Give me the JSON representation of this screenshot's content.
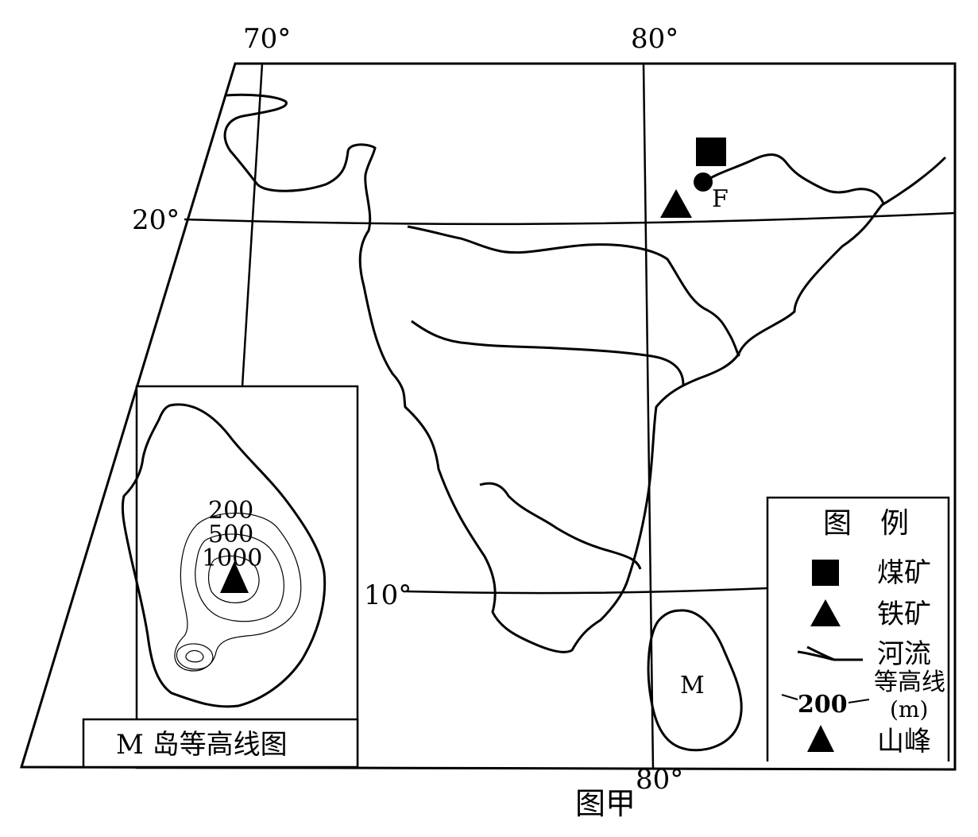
{
  "map": {
    "lon_labels_top": [
      "70°",
      "80°"
    ],
    "lon_label_bottom": "80°",
    "lat_labels": [
      "20°",
      "10°"
    ],
    "point_f": "F",
    "island_label": "M",
    "caption": "图甲"
  },
  "inset": {
    "title": "M 岛等高线图",
    "contour_labels": [
      "200",
      "500",
      "1000"
    ]
  },
  "legend": {
    "title": "图　例",
    "items": [
      {
        "label": "煤矿",
        "icon": "square-icon"
      },
      {
        "label": "铁矿",
        "icon": "triangle-icon"
      },
      {
        "label": "河流",
        "icon": "river-icon"
      },
      {
        "label": "等高线",
        "sub_label": "(m)",
        "icon": "contour-icon",
        "sample_value": "200"
      },
      {
        "label": "山峰",
        "icon": "triangle-icon"
      }
    ]
  }
}
